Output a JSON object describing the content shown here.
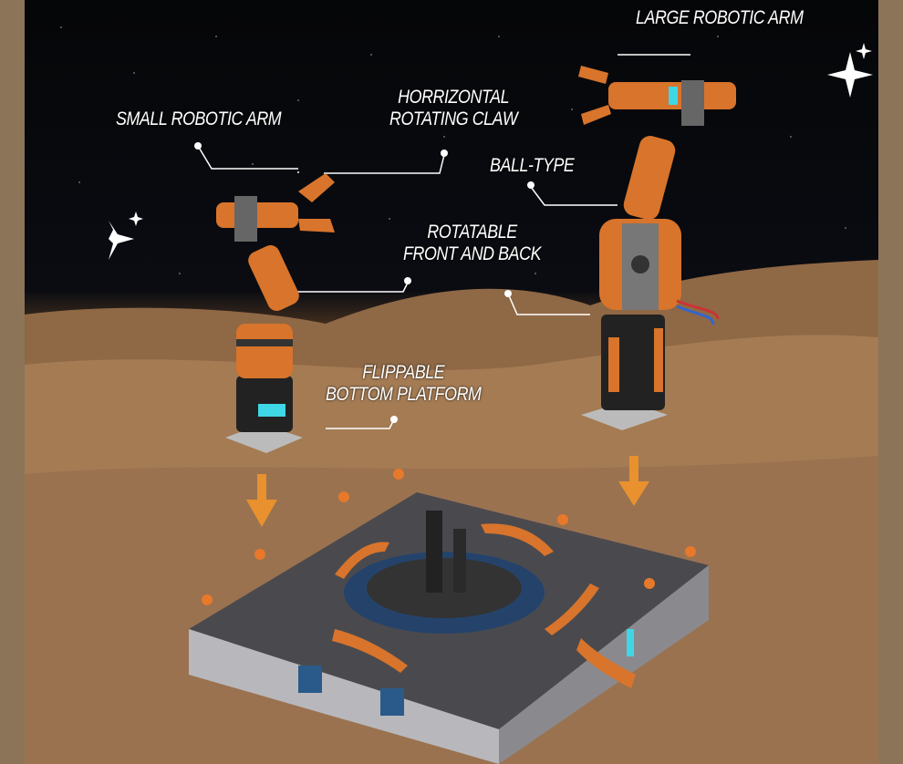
{
  "labels": {
    "large_arm": "LARGE ROBOTIC ARM",
    "claw_line1": "HORRIZONTAL",
    "claw_line2": "ROTATING CLAW",
    "small_arm": "SMALL ROBOTIC ARM",
    "ball_type": "BALL-TYPE",
    "rotatable_line1": "ROTATABLE",
    "rotatable_line2": "FRONT AND BACK",
    "flippable_line1": "FLIPPABLE",
    "flippable_line2": "BOTTOM PLATFORM"
  },
  "colors": {
    "frame": "#8c7459",
    "accent_orange": "#e07a2c",
    "arrow": "#e8912e",
    "cyan": "#3fd6e6"
  }
}
